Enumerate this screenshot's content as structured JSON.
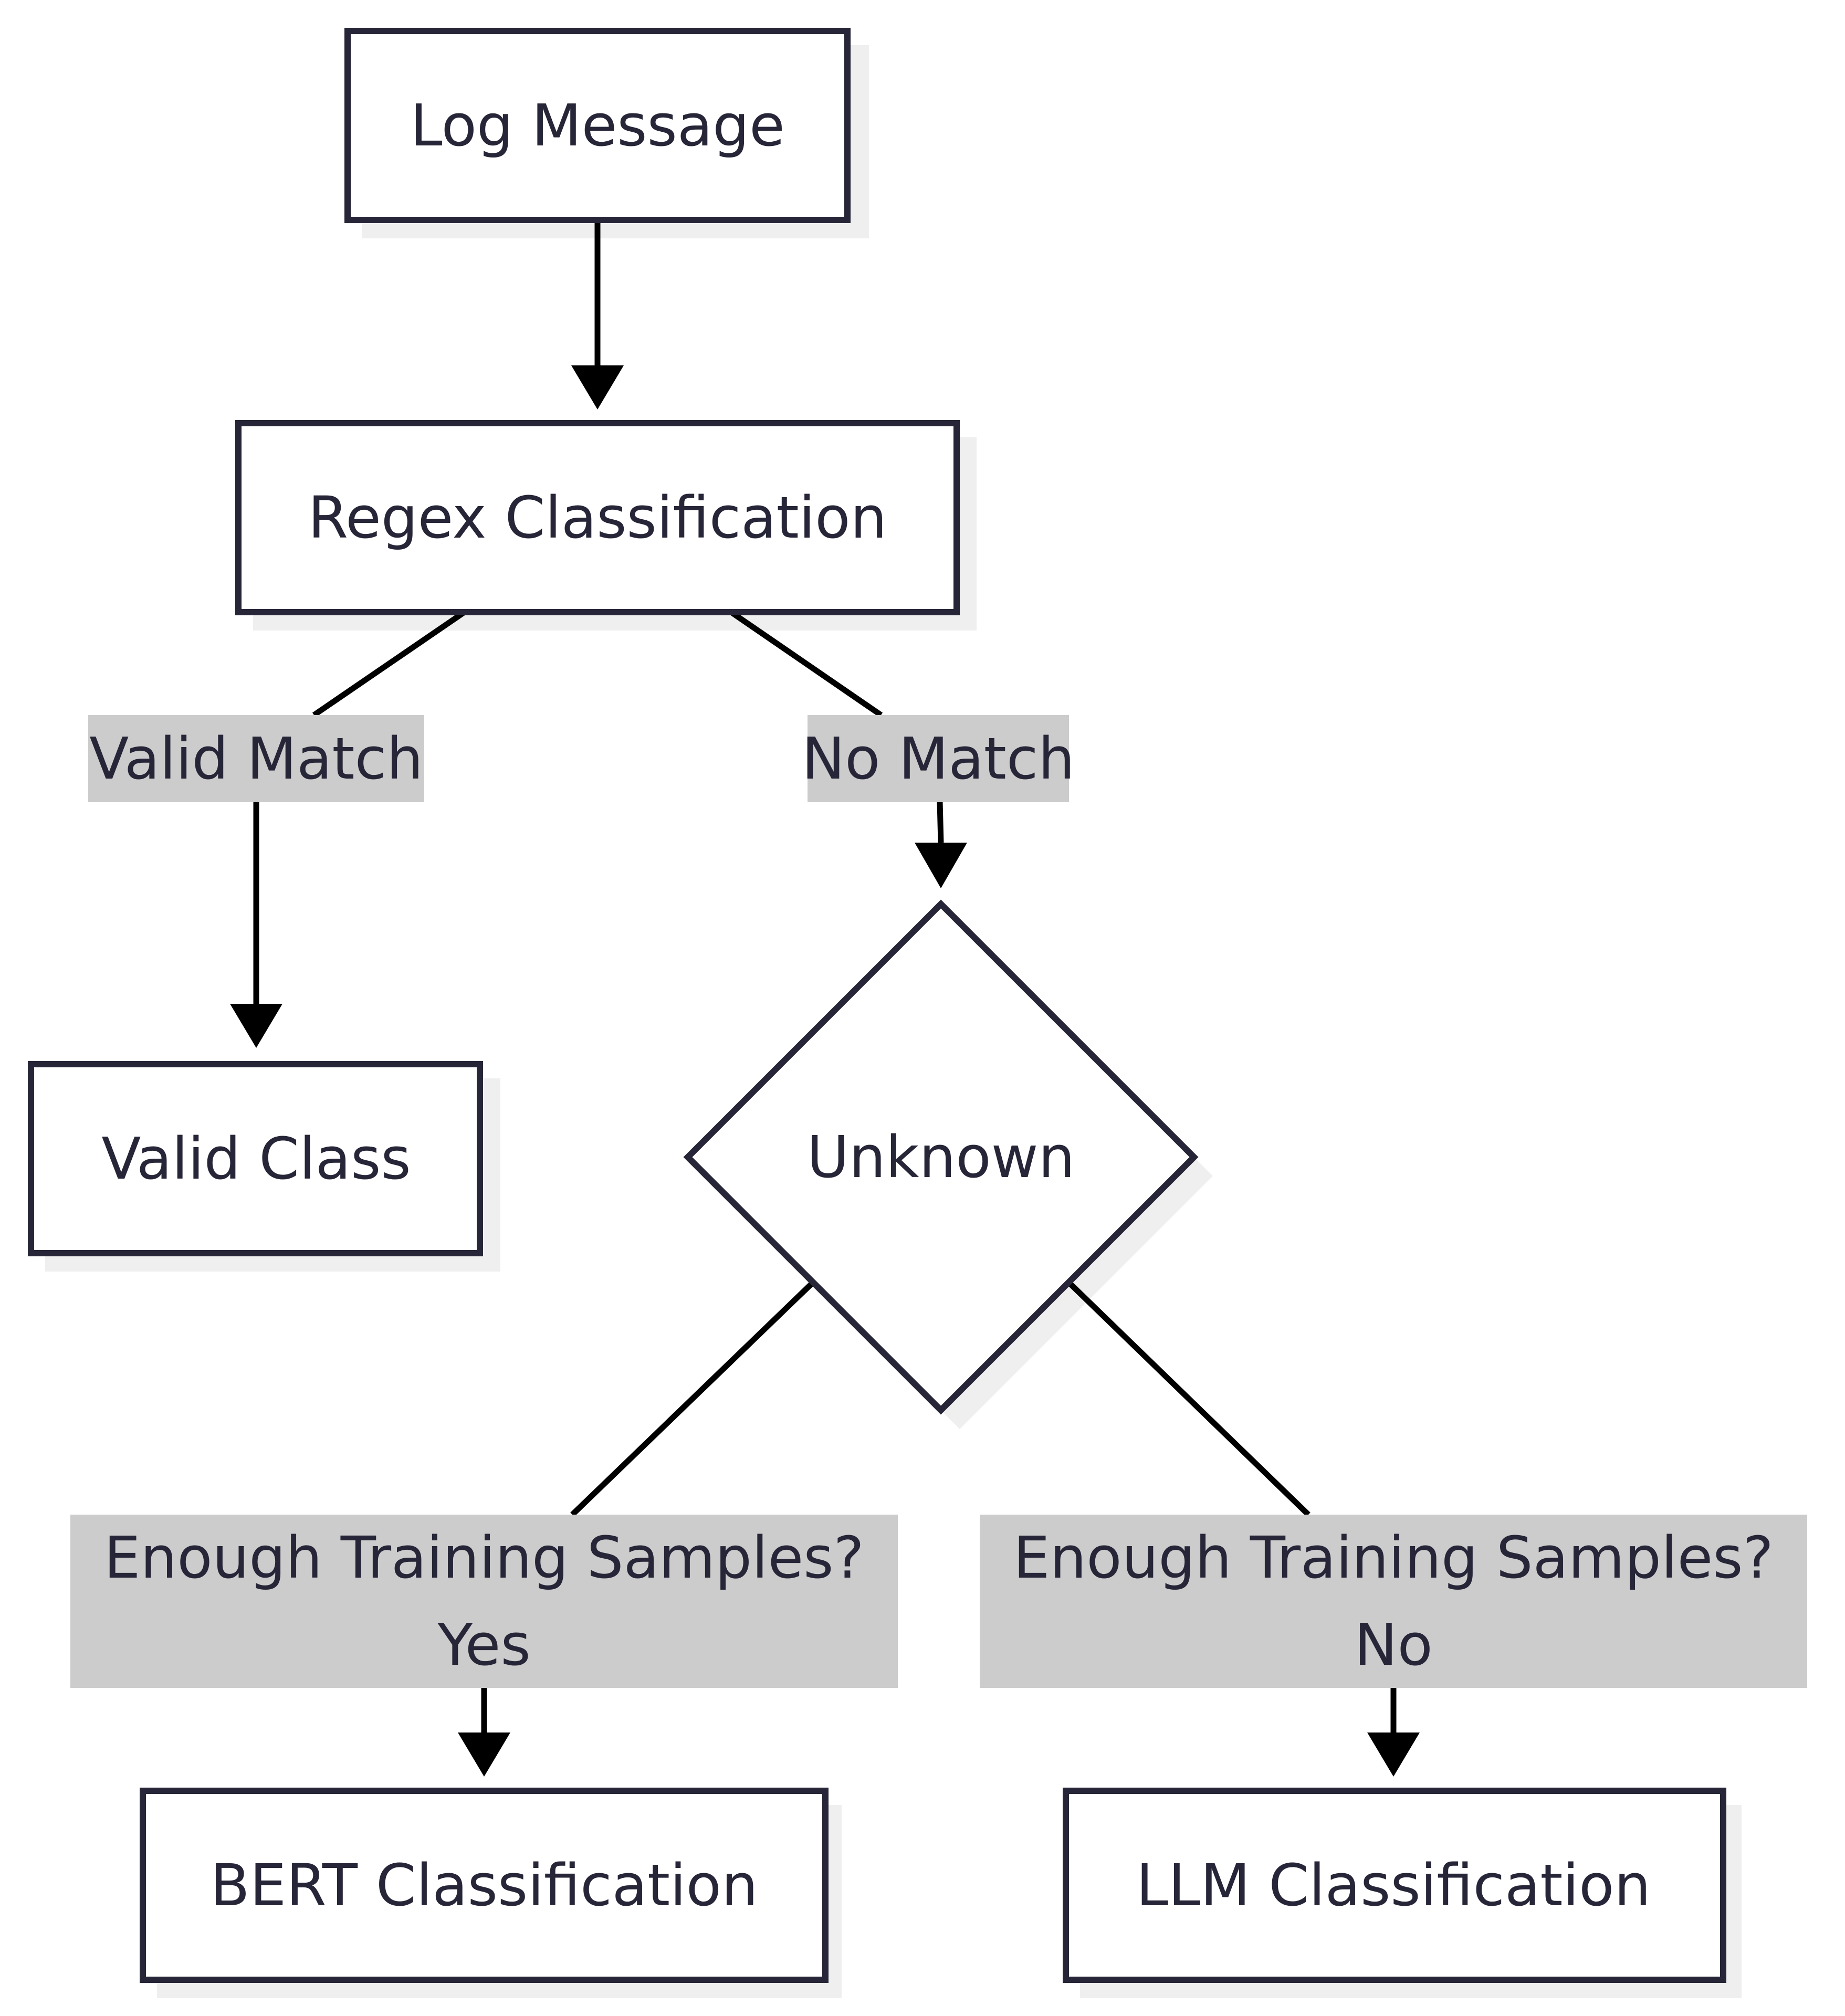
{
  "nodes": {
    "log_message": "Log Message",
    "regex_classification": "Regex Classification",
    "valid_class": "Valid Class",
    "unknown": "Unknown",
    "bert_classification": "BERT Classification",
    "llm_classification": "LLM Classification"
  },
  "edges": {
    "valid_match": "Valid Match",
    "no_match": "No Match",
    "enough_yes_line1": "Enough Training Samples?",
    "enough_yes_line2": "Yes",
    "enough_no_line1": "Enough Training Samples?",
    "enough_no_line2": "No"
  },
  "colors": {
    "stroke": "#262638",
    "text": "#262638",
    "edge": "#000000",
    "label_background": "#cccccc",
    "shadow": "#efefef"
  }
}
